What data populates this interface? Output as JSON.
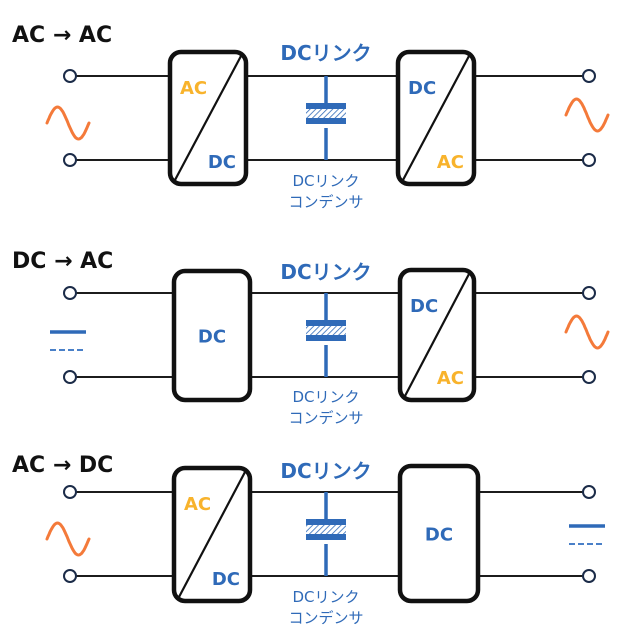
{
  "colors": {
    "ac": "#f8b32c",
    "dc": "#2f6ab8",
    "sine": "#f47a3a",
    "wire": "#1c1c1c",
    "terminal": "#1b2b48"
  },
  "dc_link_label": "DCリンク",
  "cap_label_line1": "DCリンク",
  "cap_label_line2": "コンデンサ",
  "rows": [
    {
      "title": "AC → AC",
      "input_source": "sine-wave",
      "output_source": "sine-wave",
      "converter1": {
        "type": "conversion",
        "top_label": "AC",
        "bottom_label": "DC"
      },
      "converter2": {
        "type": "conversion",
        "top_label": "DC",
        "bottom_label": "AC"
      },
      "dc_link_label": "DCリンク",
      "cap_label_line1": "DCリンク",
      "cap_label_line2": "コンデンサ"
    },
    {
      "title": "DC → AC",
      "input_source": "dc-symbol",
      "output_source": "sine-wave",
      "converter1": {
        "type": "single",
        "label": "DC"
      },
      "converter2": {
        "type": "conversion",
        "top_label": "DC",
        "bottom_label": "AC"
      },
      "dc_link_label": "DCリンク",
      "cap_label_line1": "DCリンク",
      "cap_label_line2": "コンデンサ"
    },
    {
      "title": "AC → DC",
      "input_source": "sine-wave",
      "output_source": "dc-symbol",
      "converter1": {
        "type": "conversion",
        "top_label": "AC",
        "bottom_label": "DC"
      },
      "converter2": {
        "type": "single",
        "label": "DC"
      },
      "dc_link_label": "DCリンク",
      "cap_label_line1": "DCリンク",
      "cap_label_line2": "コンデンサ"
    }
  ]
}
